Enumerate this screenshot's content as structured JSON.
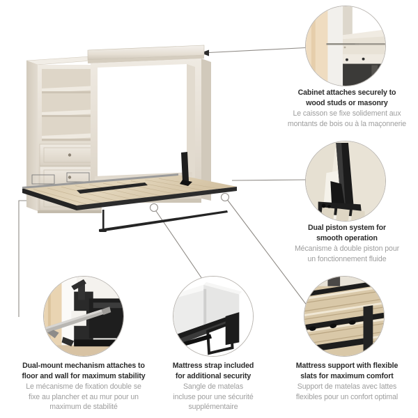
{
  "page": {
    "background_color": "#ffffff",
    "type": "product-feature-infographic",
    "product": "murphy-bed-with-storage-shelf-unit"
  },
  "colors": {
    "heading_text": "#2b2b2b",
    "subtext": "#9d9d9d",
    "connector_line": "#8f8b86",
    "circle_border": "#b9b5b0",
    "wood_light": "#e9e4dc",
    "wood_mid": "#d9d2c7",
    "wood_shadow": "#c6bfb3",
    "metal_black": "#242424",
    "slat_wood": "#d8c8ab",
    "mattress_white": "#f1f1ef",
    "wall_cream": "#efe9df"
  },
  "features": [
    {
      "id": "wall-mount",
      "icon": "cabinet-wall-anchor-icon",
      "en_line1": "Cabinet attaches securely to",
      "en_line2": "wood studs or masonry",
      "fr_line1": "Le caisson se fixe solidement aux",
      "fr_line2": "montants de bois ou à la maçonnerie"
    },
    {
      "id": "dual-piston",
      "icon": "piston-mechanism-icon",
      "en_line1": "Dual piston system for",
      "en_line2": "smooth operation",
      "fr_line1": "Mécanisme à double piston pour",
      "fr_line2": "un fonctionnement fluide"
    },
    {
      "id": "dual-mount",
      "icon": "floor-wall-bracket-icon",
      "en_line1": "Dual-mount mechanism attaches to",
      "en_line2": "floor and wall for maximum stability",
      "fr_line1": "Le mécanisme de fixation double se",
      "fr_line2": "fixe au plancher et au mur pour un",
      "fr_line3": "maximum de stabilité"
    },
    {
      "id": "mattress-strap",
      "icon": "mattress-strap-icon",
      "en_line1": "Mattress strap included",
      "en_line2": "for additional security",
      "fr_line1": "Sangle de matelas",
      "fr_line2": "incluse pour une sécurité",
      "fr_line3": "supplémentaire"
    },
    {
      "id": "flexible-slats",
      "icon": "wood-slats-icon",
      "en_line1": "Mattress support with flexible",
      "en_line2": "slats for maximum comfort",
      "fr_line1": "Support de matelas avec lattes",
      "fr_line2": "flexibles pour un confort optimal"
    }
  ],
  "product_parts": {
    "shelf_unit": {
      "name": "storage-shelf-unit",
      "open_shelves": 3,
      "drawers": 3,
      "drawer_knob": "round-knob-icon"
    },
    "bed_cabinet": {
      "name": "murphy-bed-cabinet",
      "crown_molding": true,
      "state": "open"
    },
    "bed_frame": {
      "name": "folded-down-bed-platform",
      "slat_panels": 2,
      "support_leg": "black-metal-leg",
      "piston": "black-piston-arm"
    }
  }
}
